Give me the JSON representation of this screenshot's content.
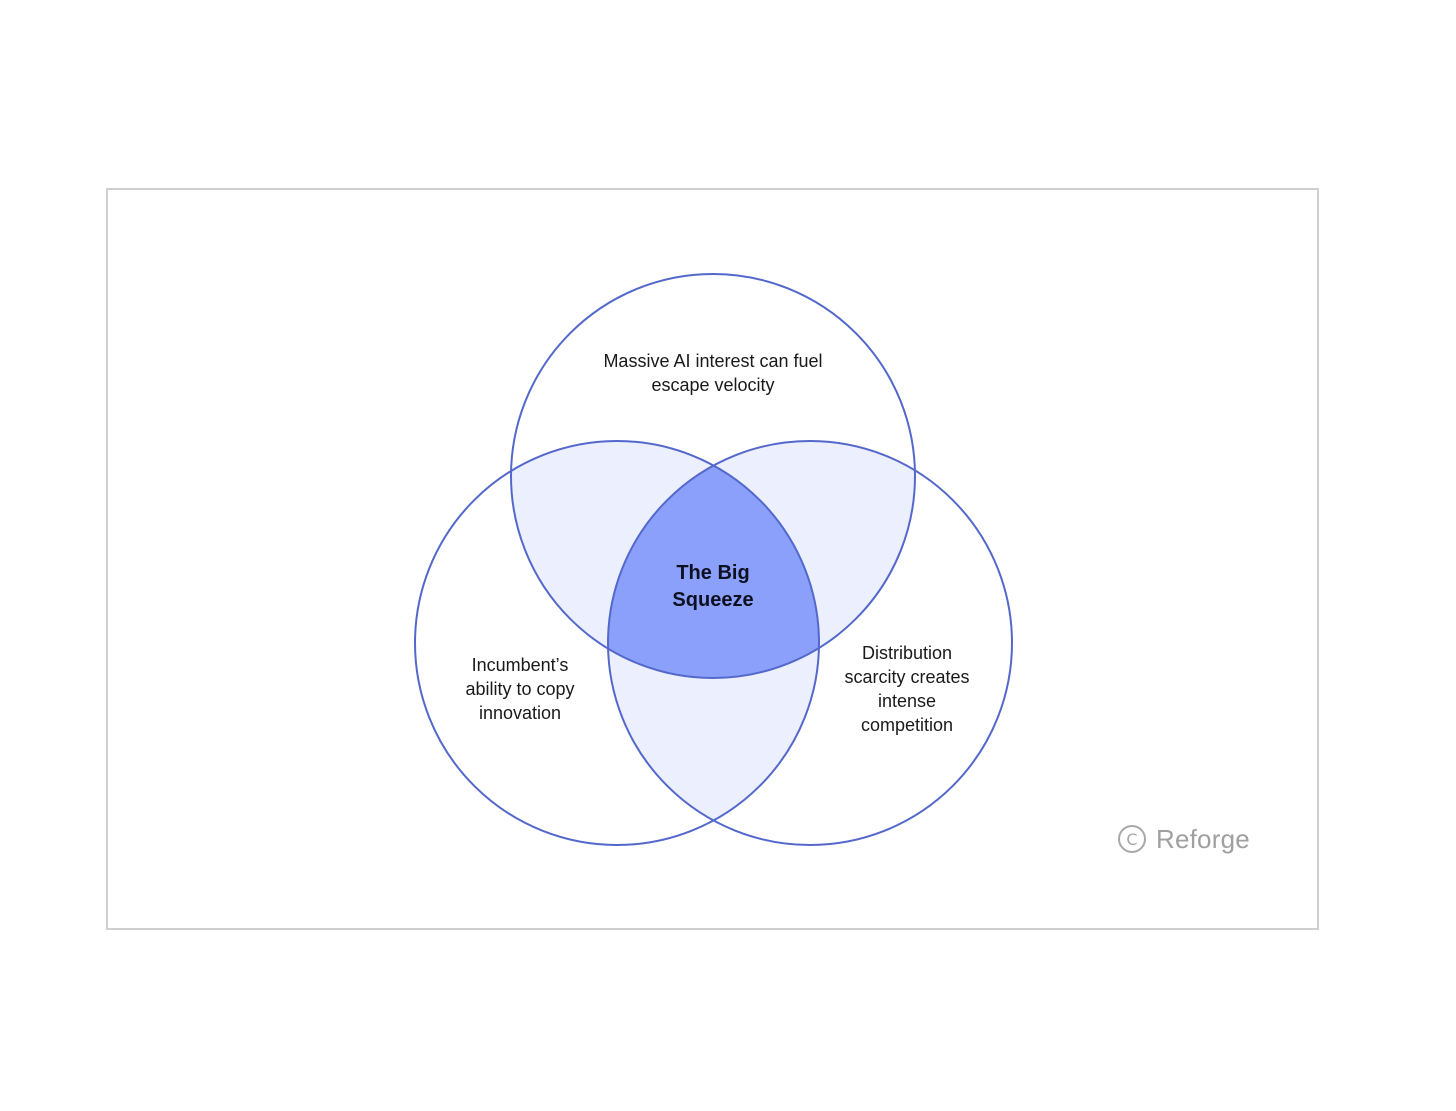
{
  "diagram": {
    "type": "venn",
    "circles": [
      {
        "id": "top",
        "label": "Massive AI interest can fuel escape velocity"
      },
      {
        "id": "left",
        "label": "Incumbent’s ability to copy innovation"
      },
      {
        "id": "right",
        "label": "Distribution scarcity creates intense competition"
      }
    ],
    "center_label": "The Big Squeeze",
    "colors": {
      "outline": "#5468cc",
      "pair_overlap": "#eceffd",
      "center_overlap": "#8aa0fb"
    }
  },
  "labels": {
    "top_line1": "Massive AI interest can fuel",
    "top_line2": "escape velocity",
    "left_line1": "Incumbent’s",
    "left_line2": "ability to copy",
    "left_line3": "innovation",
    "right_line1": "Distribution",
    "right_line2": "scarcity creates",
    "right_line3": "intense",
    "right_line4": "competition",
    "center_line1": "The Big",
    "center_line2": "Squeeze"
  },
  "brand": {
    "icon": "copyright-icon",
    "icon_glyph": "C",
    "name": "Reforge"
  }
}
